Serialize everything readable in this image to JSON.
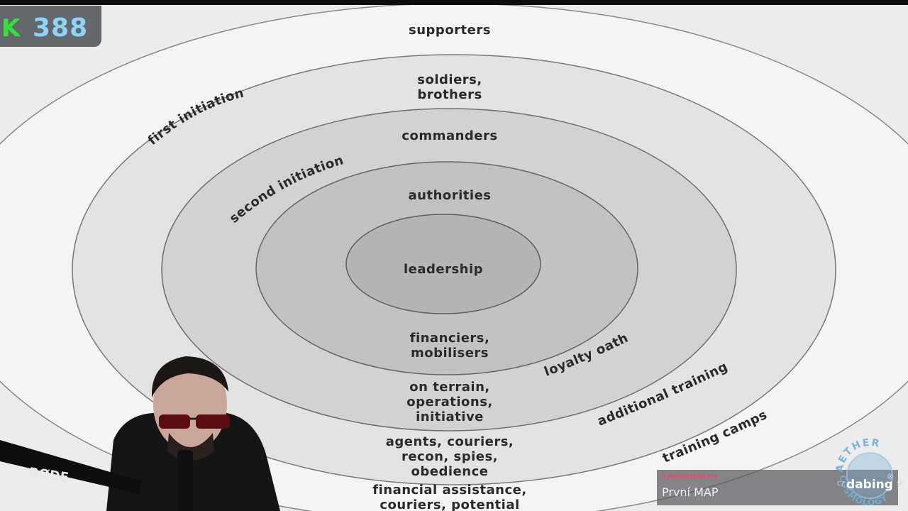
{
  "diagram": {
    "center": "leadership",
    "rings": {
      "supporters": "supporters",
      "soldiers_1": "soldiers,",
      "soldiers_2": "brothers",
      "commanders": "commanders",
      "authorities": "authorities",
      "financiers_1": "financiers,",
      "financiers_2": "mobilisers",
      "terrain_1": "on terrain,",
      "terrain_2": "operations,",
      "terrain_3": "initiative",
      "agents_1": "agents, couriers,",
      "agents_2": "recon, spies,",
      "agents_3": "obedience",
      "assist_1": "financial assistance,",
      "assist_2": "couriers, potential"
    },
    "boundaries": {
      "first_initiation": "first initiation",
      "second_initiation": "second initiation",
      "loyalty_oath": "loyalty oath",
      "additional_training": "additional training",
      "training_camps": "training camps"
    }
  },
  "overlay": {
    "badge_letter": "K",
    "badge_count": "388",
    "mic_brand": "RØDE",
    "chat_user": "THEOKONSPY",
    "chat_message": "První MAP",
    "logo_top": "AETHER",
    "logo_bottom": "COSMOLOGY",
    "logo_main": "dabing",
    "logo_left": "CZ",
    "logo_right": "SK"
  },
  "colors": {
    "ring_outer": "#f4f4f4",
    "ring_2": "#e3e3e3",
    "ring_3": "#d2d2d2",
    "ring_4": "#c2c2c2",
    "core": "#b4b4b4",
    "badge_letter": "#36e03a",
    "badge_count": "#8fd3f5",
    "chat_user": "#e24b6e"
  }
}
